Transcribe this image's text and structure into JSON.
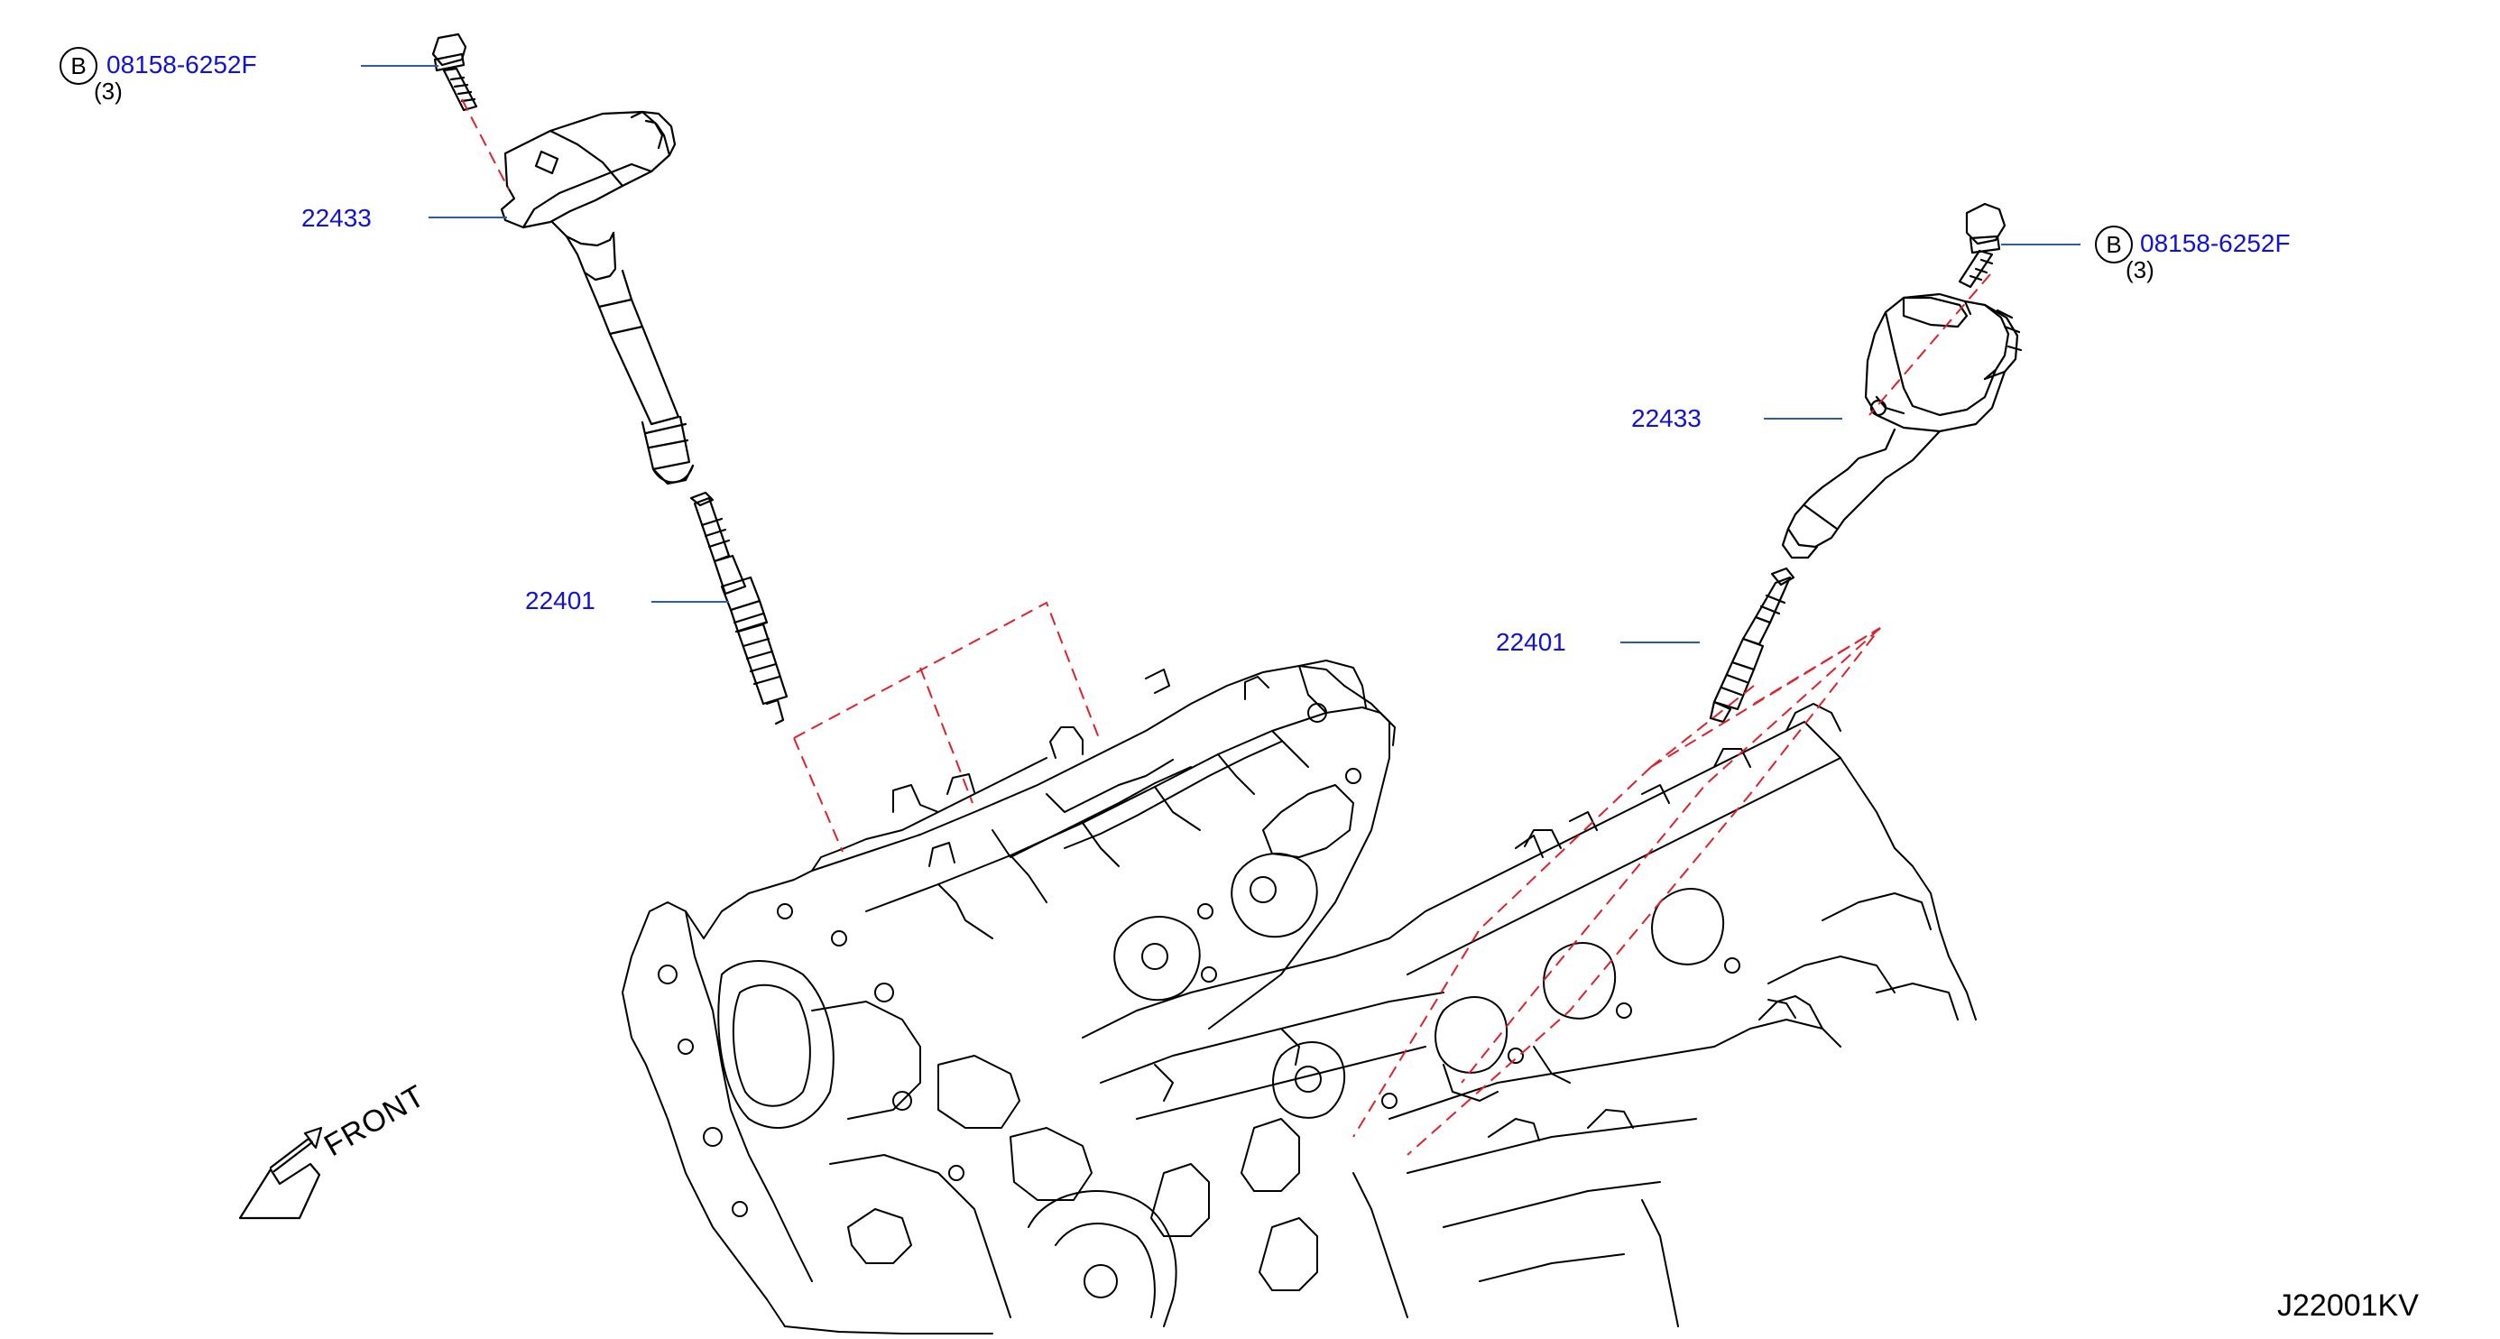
{
  "callouts": {
    "bolt_left": {
      "symbol": "B",
      "part": "08158-6252F",
      "qty": "(3)"
    },
    "coil_left": {
      "part": "22433"
    },
    "plug_left": {
      "part": "22401"
    },
    "bolt_right": {
      "symbol": "B",
      "part": "08158-6252F",
      "qty": "(3)"
    },
    "coil_right": {
      "part": "22433"
    },
    "plug_right": {
      "part": "22401"
    }
  },
  "front_indicator": {
    "label": "FRONT"
  },
  "diagram_code": "J22001KV",
  "colors": {
    "callout_text": "#1010e0",
    "leader_line": "#2a5db0",
    "dashed_line": "#e0202a",
    "line_art": "#000000"
  }
}
